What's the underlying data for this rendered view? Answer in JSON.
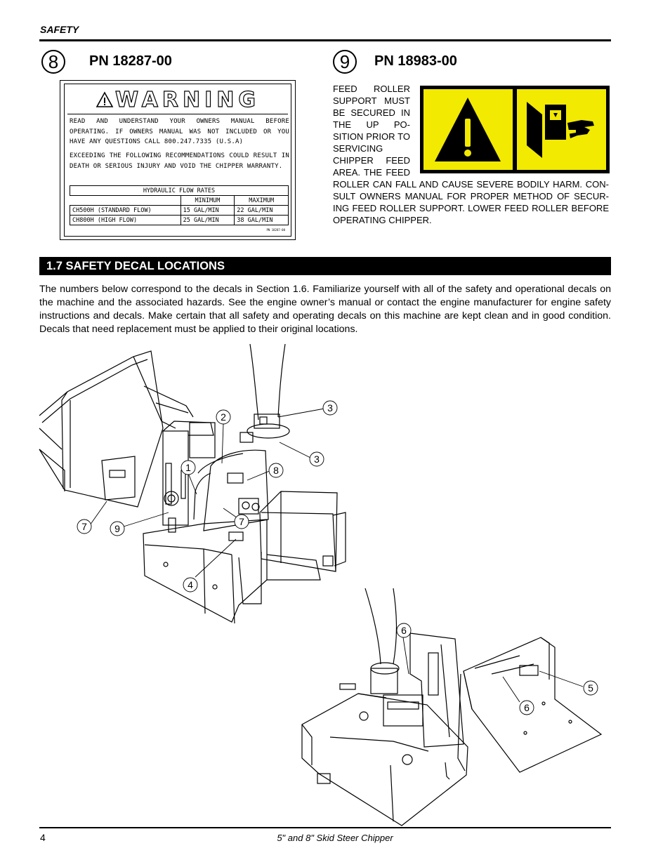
{
  "header": {
    "section_label": "SAFETY"
  },
  "decals": [
    {
      "number": "8",
      "part_number": "PN 18287-00"
    },
    {
      "number": "9",
      "part_number": "PN 18983-00"
    }
  ],
  "warning_decal": {
    "title": "WARNING",
    "paragraph1": "READ AND UNDERSTAND YOUR OWNERS MANUAL BEFORE OPERATING. IF OWNERS MANUAL WAS NOT INCLUDED OR YOU HAVE ANY QUESTIONS CALL 800.247.7335 (U.S.A)",
    "paragraph2": "EXCEEDING THE FOLLOWING RECOMMENDATIONS COULD RESULT IN DEATH OR SERIOUS INJURY AND VOID THE CHIPPER WARRANTY.",
    "table_title": "HYDRAULIC FLOW RATES",
    "col_min": "MINIMUM",
    "col_max": "MAXIMUM",
    "rows": [
      {
        "model": "CH500H (STANDARD FLOW)",
        "min": "15 GAL/MIN",
        "max": "22 GAL/MIN"
      },
      {
        "model": "CH800H (HIGH FLOW)",
        "min": "25 GAL/MIN",
        "max": "38 GAL/MIN"
      }
    ],
    "decal_pn": "PN 18287-00"
  },
  "feed_roller_text": {
    "narrow": "FEED ROLLER SUPPORT MUST BE SECURED IN THE UP PO- SITION PRIOR TO SERVICING CHIPPER FEED AREA. THE FEED",
    "wide": "ROLLER CAN FALL AND CAUSE SEVERE BODILY HARM. CON- SULT OWNERS MANUAL FOR PROPER METHOD OF SECUR- ING FEED ROLLER SUPPORT. LOWER FEED ROLLER BEFORE OPERATING CHIPPER."
  },
  "section": {
    "title": "1.7  SAFETY DECAL LOCATIONS",
    "body": "The numbers below correspond to the decals in Section 1.6.  Familiarize yourself with all of the safety and operational decals on the machine and the associated hazards.  See the engine owner’s manual or contact the engine manufacturer for engine safety instructions and decals.  Make certain that all safety and operating decals on this machine are kept clean and in good condition. Decals that need replacement must be applied to their original locations."
  },
  "callouts": {
    "c1": "1",
    "c2": "2",
    "c3a": "3",
    "c3b": "3",
    "c4": "4",
    "c5": "5",
    "c6a": "6",
    "c6b": "6",
    "c7a": "7",
    "c7b": "7",
    "c8": "8",
    "c9": "9"
  },
  "footer": {
    "page_number": "4",
    "title": "5\" and 8\" Skid Steer Chipper"
  }
}
